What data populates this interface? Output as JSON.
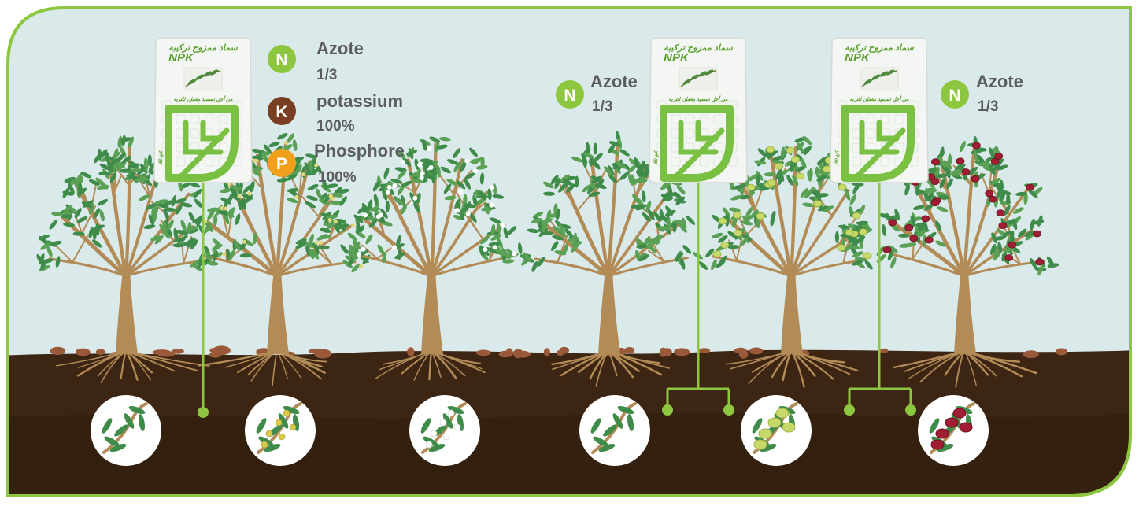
{
  "bag": {
    "brand": "NPK",
    "arabic_name": "سماد ممزوج تركيبة",
    "tagline": "من أجل تسميد معقلن للتربة",
    "weight": "50 كلغ"
  },
  "nutrients": {
    "n": {
      "letter": "N",
      "name": "Azote",
      "amount": "1/3"
    },
    "k": {
      "letter": "K",
      "name": "potassium",
      "amount": "100%"
    },
    "p": {
      "letter": "P",
      "name": "Phosphore",
      "amount": "100%"
    }
  },
  "colors": {
    "sky": "#daeaeb",
    "frame": "#8dc63f",
    "soil": "#3d2514",
    "trunk": "#b28b56",
    "leaf": "#3f8b4a",
    "n_badge": "#8dc63f",
    "k_badge": "#7a3f22",
    "p_badge": "#f0a01a",
    "ripe_olive": "#a01d33",
    "green_olive": "#c8d96b",
    "flower": "#ffffff"
  },
  "stages": [
    {
      "fruit": "none"
    },
    {
      "fruit": "buds"
    },
    {
      "fruit": "flowers"
    },
    {
      "fruit": "none"
    },
    {
      "fruit": "green-olives"
    },
    {
      "fruit": "ripe-olives"
    }
  ]
}
